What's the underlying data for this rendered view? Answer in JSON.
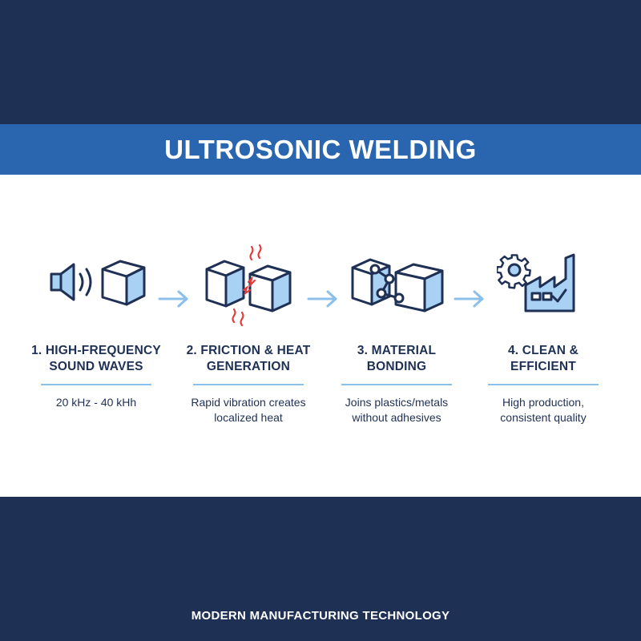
{
  "title": "ULTROSONIC WELDING",
  "steps": [
    {
      "title_line1": "1. HIGH-FREQUENCY",
      "title_line2": "SOUND WAVES",
      "desc_line1": "20 kHz - 40 kHh",
      "desc_line2": ""
    },
    {
      "title_line1": "2. FRICTION & HEAT",
      "title_line2": "GENERATION",
      "desc_line1": "Rapid vibration creates",
      "desc_line2": "localized heat"
    },
    {
      "title_line1": "3. MATERIAL",
      "title_line2": "BONDING",
      "desc_line1": "Joins plastics/metals",
      "desc_line2": "without adhesives"
    },
    {
      "title_line1": "4. CLEAN &",
      "title_line2": "EFFICIENT",
      "desc_line1": "High production,",
      "desc_line2": "consistent quality"
    }
  ],
  "icons": [
    "speaker-cube-icon",
    "friction-cubes-icon",
    "bonded-cubes-icon",
    "gear-factory-icon"
  ],
  "colors": {
    "navy": "#1e3054",
    "blue_band": "#2a66b0",
    "light_blue": "#a9d1f3",
    "arrow": "#8cc0ea",
    "heat_red": "#e23b3b"
  },
  "footer": "MODERN MANUFACTURING TECHNOLOGY"
}
